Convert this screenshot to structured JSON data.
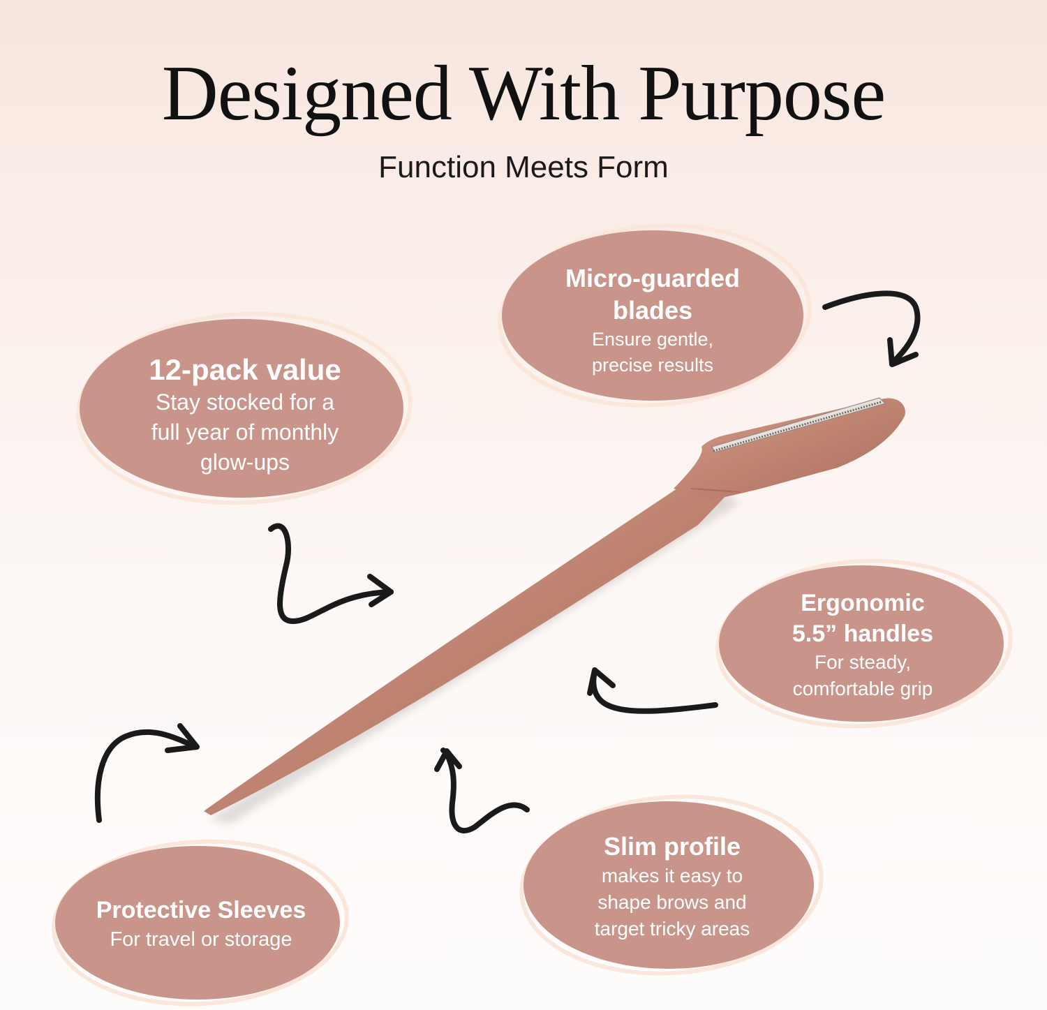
{
  "header": {
    "title": "Designed With Purpose",
    "subtitle": "Function Meets Form"
  },
  "callouts": {
    "micro_guarded": {
      "title_line1": "Micro-guarded",
      "title_line2": "blades",
      "desc_line1": "Ensure gentle,",
      "desc_line2": "precise results"
    },
    "twelve_pack": {
      "title": "12-pack value",
      "desc_line1": "Stay stocked for a",
      "desc_line2": "full year of monthly",
      "desc_line3": "glow-ups"
    },
    "ergonomic": {
      "title_line1": "Ergonomic",
      "title_line2": "5.5” handles",
      "desc_line1": "For steady,",
      "desc_line2": "comfortable grip"
    },
    "slim_profile": {
      "title": "Slim profile",
      "desc_line1": "makes it easy to",
      "desc_line2": "shape brows and",
      "desc_line3": "target tricky areas"
    },
    "protective": {
      "title": "Protective Sleeves",
      "desc": "For travel or storage"
    }
  },
  "colors": {
    "bubble_fill": "#c9958a",
    "bubble_ring": "#fbe6dc",
    "product": "#c08573",
    "arrow": "#1a1a1a"
  },
  "icons": {
    "arrows": "curved-arrow-icon",
    "product": "dermaplaning-razor-icon"
  }
}
